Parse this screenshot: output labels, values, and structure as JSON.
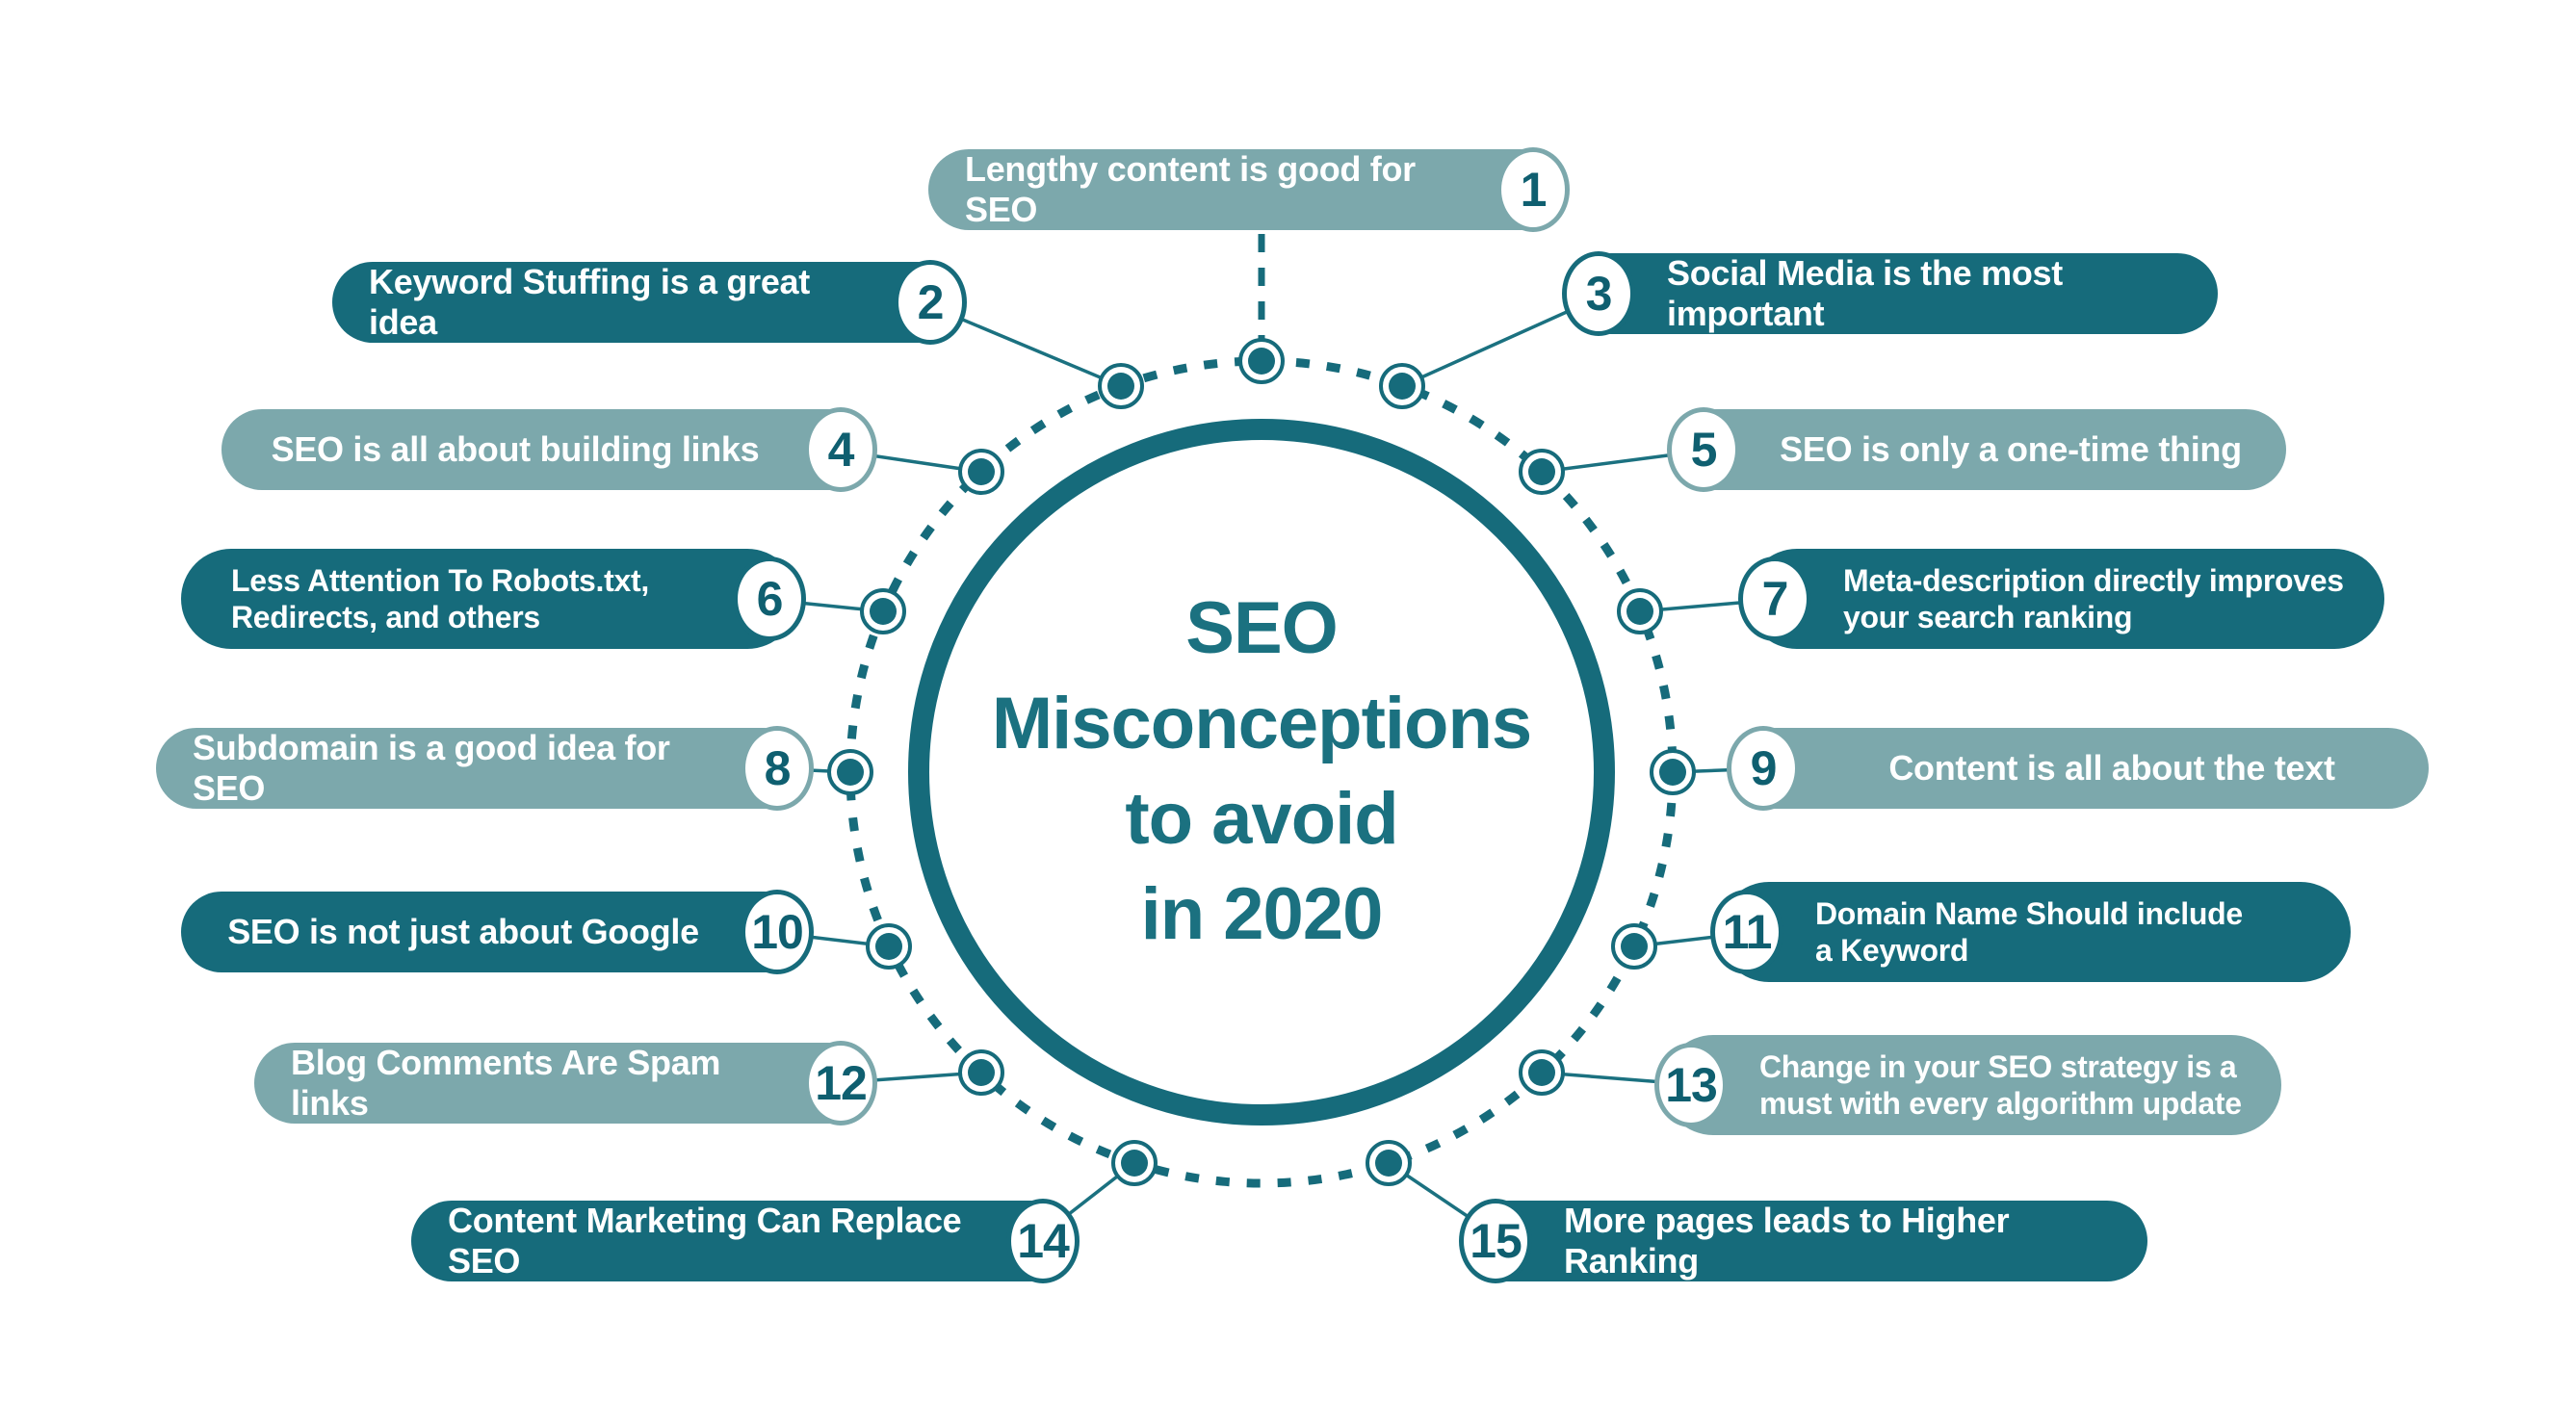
{
  "title": {
    "lines": [
      "SEO",
      "Misconceptions",
      "to avoid",
      "in 2020"
    ]
  },
  "items": [
    {
      "number": "1",
      "label": "Lengthy content is good for SEO",
      "tone": "light"
    },
    {
      "number": "2",
      "label": "Keyword Stuffing is a great idea",
      "tone": "dark"
    },
    {
      "number": "3",
      "label": "Social Media is the most important",
      "tone": "dark"
    },
    {
      "number": "4",
      "label": "SEO is all about building links",
      "tone": "light"
    },
    {
      "number": "5",
      "label": "SEO is only a one-time thing",
      "tone": "light"
    },
    {
      "number": "6",
      "label": "Less Attention To Robots.txt,\nRedirects, and others",
      "tone": "dark"
    },
    {
      "number": "7",
      "label": "Meta-description directly improves\nyour search ranking",
      "tone": "dark"
    },
    {
      "number": "8",
      "label": "Subdomain is a good idea for SEO",
      "tone": "light"
    },
    {
      "number": "9",
      "label": "Content is all about the text",
      "tone": "light"
    },
    {
      "number": "10",
      "label": "SEO is not just about Google",
      "tone": "dark"
    },
    {
      "number": "11",
      "label": "Domain Name Should include\na Keyword",
      "tone": "dark"
    },
    {
      "number": "12",
      "label": "Blog Comments Are Spam links",
      "tone": "light"
    },
    {
      "number": "13",
      "label": "Change in your SEO strategy is a\nmust with every algorithm update",
      "tone": "light"
    },
    {
      "number": "14",
      "label": "Content Marketing Can Replace SEO",
      "tone": "dark"
    },
    {
      "number": "15",
      "label": "More pages leads to Higher Ranking",
      "tone": "dark"
    }
  ],
  "colors": {
    "dark_teal": "#166B7B",
    "light_teal": "#7CA8AC",
    "number_text": "#0F5F70",
    "title_text": "#1B7180",
    "background": "#FFFFFF"
  }
}
